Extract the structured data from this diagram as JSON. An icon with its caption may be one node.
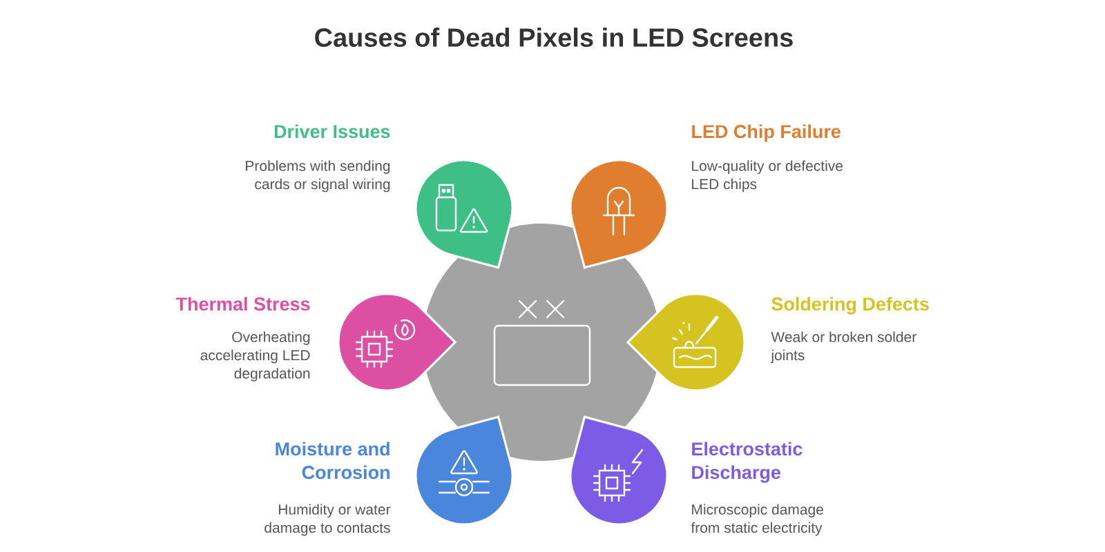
{
  "diagram": {
    "title": "Causes of Dead Pixels in LED Screens",
    "nodes": [
      {
        "text": [],
        "shape": "circle"
      },
      {
        "text": [
          "Driver Issues",
          "Problems with sending cards or signal wiring"
        ]
      },
      {
        "text": [
          "LED Chip Failure",
          "Low-quality or defective LED chips"
        ]
      },
      {
        "text": [
          "Thermal Stress",
          "Overheating accelerating LED degradation"
        ]
      },
      {
        "text": [
          "Soldering Defects",
          "Weak or broken solder joints"
        ]
      },
      {
        "text": [
          "Moisture and Corrosion",
          "Humidity or water damage to contacts"
        ]
      },
      {
        "text": [
          "Electrostatic Discharge",
          "Microscopic damage from static electricity"
        ]
      }
    ]
  }
}
